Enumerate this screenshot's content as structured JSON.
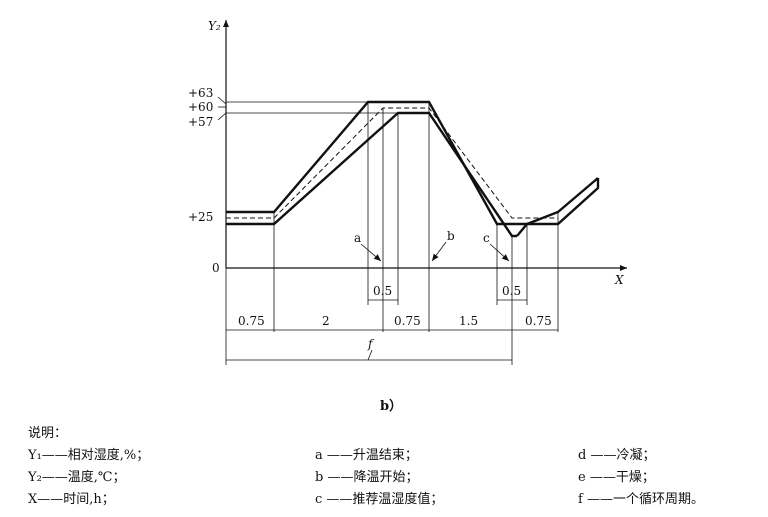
{
  "diagram": {
    "y_axis_label": "Y₂",
    "x_axis_label": "X",
    "y_ticks": [
      "+63",
      "+60",
      "+57",
      "+25",
      "0"
    ],
    "markers": {
      "a": "a",
      "b": "b",
      "c": "c"
    },
    "upper_dims": [
      "0.5",
      "0.5"
    ],
    "lower_dims": [
      "0.75",
      "2",
      "0.75",
      "1.5",
      "0.75"
    ],
    "cycle_label": "f",
    "caption": "b）"
  },
  "legend": {
    "title": "说明：",
    "col1": [
      "Y₁——相对湿度,%；",
      "Y₂——温度,℃；",
      "X——时间,h；"
    ],
    "col2": [
      "a ——升温结束；",
      "b ——降温开始；",
      "c ——推荐温湿度值；"
    ],
    "col3": [
      "d ——冷凝；",
      "e ——干燥；",
      "f ——一个循环周期。"
    ]
  }
}
